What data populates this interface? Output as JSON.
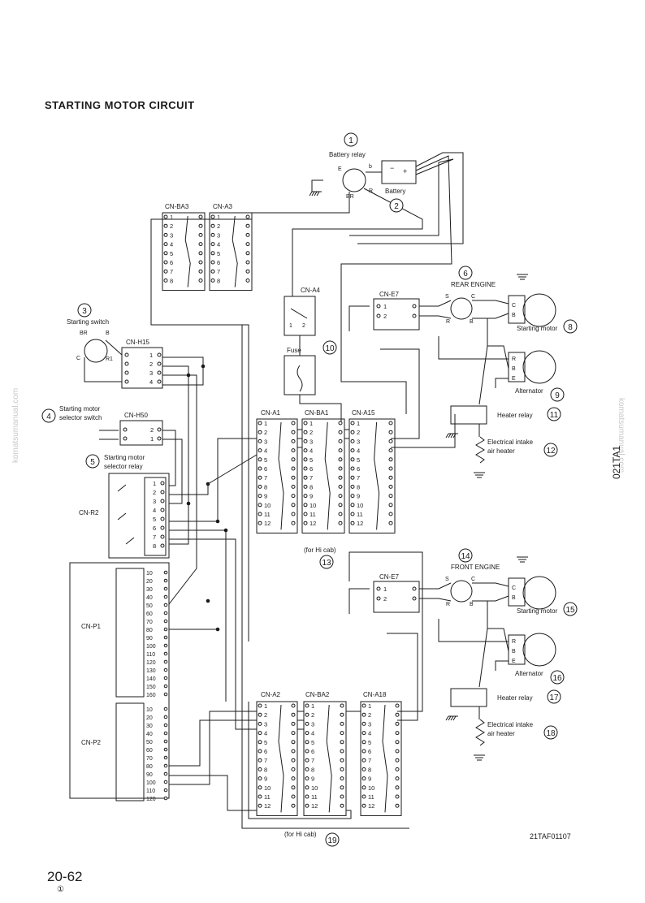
{
  "page": {
    "title": "STARTING MOTOR CIRCUIT",
    "page_number": "20-62",
    "revision_mark": "①",
    "side_code": "021TA1",
    "figure_code": "21TAF01107",
    "watermark": "komatsumanual.com"
  },
  "components": {
    "battery_relay": {
      "num": "1",
      "label": "Battery relay",
      "terms": [
        "E",
        "b",
        "BR",
        "R"
      ]
    },
    "battery": {
      "num": "2",
      "label": "Battery",
      "plus": "+",
      "minus": "−"
    },
    "starting_switch": {
      "num": "3",
      "label": "Starting switch",
      "terms": [
        "BR",
        "B",
        "C",
        "R1"
      ]
    },
    "selector_switch": {
      "num": "4",
      "label1": "Starting motor",
      "label2": "selector switch"
    },
    "selector_relay": {
      "num": "5",
      "label1": "Starting motor",
      "label2": "selector relay"
    },
    "rear_engine": {
      "num": "6",
      "label": "REAR ENGINE"
    },
    "rear_starting_motor": {
      "num": "8",
      "label": "Starting motor"
    },
    "rear_alternator": {
      "num": "9",
      "label": "Alternator"
    },
    "fuse": {
      "num": "10",
      "label": "Fuse"
    },
    "rear_heater_relay": {
      "num": "11",
      "label": "Heater relay"
    },
    "rear_intake_heater": {
      "num": "12",
      "label1": "Electrical intake",
      "label2": "air heater"
    },
    "hi_cab_1": {
      "num": "13",
      "label": "(for Hi cab)"
    },
    "front_engine": {
      "num": "14",
      "label": "FRONT ENGINE"
    },
    "front_starting_motor": {
      "num": "15",
      "label": "Starting motor"
    },
    "front_alternator": {
      "num": "16",
      "label": "Alternator"
    },
    "front_heater_relay": {
      "num": "17",
      "label": "Heater relay"
    },
    "front_intake_heater": {
      "num": "18",
      "label1": "Electrical intake",
      "label2": "air heater"
    },
    "hi_cab_2": {
      "num": "19",
      "label": "(for Hi cab)"
    },
    "motor_terms": {
      "c": "C",
      "b": "B",
      "s": "S",
      "r": "R"
    },
    "alt_terms": {
      "r": "R",
      "b": "B",
      "e": "E"
    }
  },
  "connectors": {
    "ba3": "CN-BA3",
    "a3": "CN-A3",
    "a4": "CN-A4",
    "h15": "CN-H15",
    "h50": "CN-H50",
    "r2": "CN-R2",
    "p1": "CN-P1",
    "p2": "CN-P2",
    "a1": "CN-A1",
    "ba1": "CN-BA1",
    "a15": "CN-A15",
    "a2": "CN-A2",
    "ba2": "CN-BA2",
    "a18": "CN-A18",
    "e7_rear": "CN-E7",
    "e7_front": "CN-E7"
  },
  "pins": {
    "p8": [
      "1",
      "2",
      "3",
      "4",
      "5",
      "6",
      "7",
      "8"
    ],
    "p12": [
      "1",
      "2",
      "3",
      "4",
      "5",
      "6",
      "7",
      "8",
      "9",
      "10",
      "11",
      "12"
    ],
    "p15": [
      "10",
      "20",
      "30",
      "40",
      "50",
      "60",
      "70",
      "80",
      "90",
      "100",
      "110",
      "120",
      "130",
      "140",
      "150",
      "160"
    ],
    "p2": [
      "10",
      "20",
      "30",
      "40",
      "50",
      "60",
      "70",
      "80",
      "90",
      "100",
      "110",
      "120"
    ],
    "a4": [
      "1",
      "2"
    ],
    "h15": [
      "1",
      "2",
      "3",
      "4"
    ],
    "h50": [
      "2",
      "1"
    ],
    "e7": [
      "1",
      "2"
    ]
  }
}
